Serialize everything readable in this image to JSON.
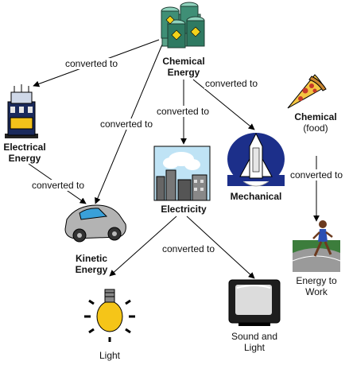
{
  "nodes": {
    "chemical": {
      "line1": "Chemical",
      "line2": "Energy",
      "icon": "barrels-icon"
    },
    "electrical": {
      "line1": "Electrical",
      "line2": "Energy",
      "icon": "power-station-icon"
    },
    "electricity": {
      "line1": "Electricity",
      "icon": "power-plant-icon"
    },
    "mechanical": {
      "line1": "Mechanical",
      "icon": "space-shuttle-icon"
    },
    "chemical_food": {
      "line1": "Chemical",
      "line2": "(food)",
      "icon": "pizza-slice-icon"
    },
    "kinetic": {
      "line1": "Kinetic",
      "line2": "Energy",
      "icon": "car-icon"
    },
    "light": {
      "line1": "Light",
      "icon": "light-bulb-icon"
    },
    "sound_light": {
      "line1": "Sound and",
      "line2": "Light",
      "icon": "television-icon"
    },
    "work": {
      "line1": "Energy to",
      "line2": "Work",
      "icon": "runner-icon"
    }
  },
  "edges": {
    "chem_to_electrical": "converted to",
    "chem_to_kinetic": "converted to",
    "chem_to_electricity": "converted to",
    "chem_to_mechanical": "converted to",
    "electrical_to_kinetic": "converted to",
    "electricity_to_outputs": "converted to",
    "food_to_work": "converted to"
  }
}
